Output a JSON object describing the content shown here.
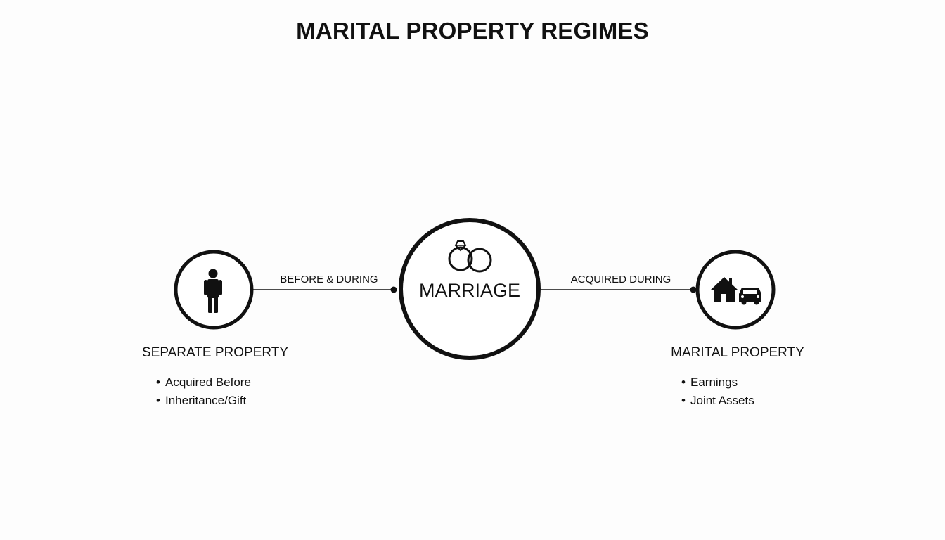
{
  "title": "MARITAL PROPERTY REGIMES",
  "center": {
    "label": "MARRIAGE",
    "icon": "wedding-rings-icon"
  },
  "left": {
    "icon": "person-icon",
    "edge_label": "BEFORE & DURING",
    "title": "SEPARATE PROPERTY",
    "items": [
      "Acquired Before",
      "Inheritance/Gift"
    ]
  },
  "right": {
    "icon": "house-and-car-icon",
    "edge_label": "ACQUIRED DURING",
    "title": "MARITAL PROPERTY",
    "items": [
      "Earnings",
      "Joint Assets"
    ]
  },
  "colors": {
    "stroke": "#111111",
    "background": "#fdfdfd"
  }
}
